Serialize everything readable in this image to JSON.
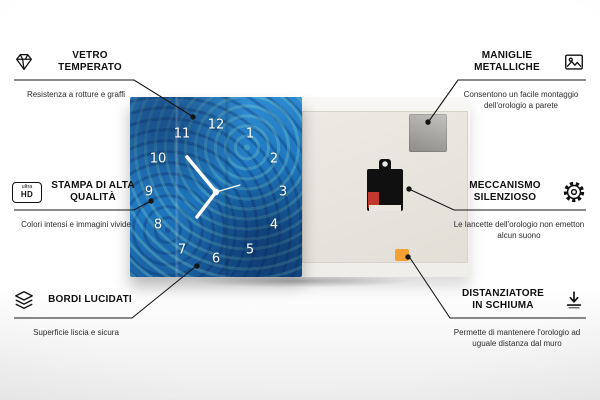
{
  "callouts": [
    {
      "icon": "diamond-icon",
      "title": "VETRO TEMPERATO",
      "description": "Resistenza a rotture e graffi"
    },
    {
      "icon": "ultra-hd-icon",
      "icon_text_top": "ultra",
      "icon_text_bottom": "HD",
      "title": "STAMPA DI ALTA QUALITÀ",
      "description": "Colori intensi e immagini vivide"
    },
    {
      "icon": "polished-edges-icon",
      "title": "BORDI LUCIDATI",
      "description": "Superficie liscia e sicura"
    },
    {
      "icon": "picture-icon",
      "title": "MANIGLIE METALLICHE",
      "description": "Consentono un facile montaggio dell'orologio a parete"
    },
    {
      "icon": "gear-icon",
      "title": "MECCANISMO SILENZIOSO",
      "description": "Le lancette dell'orologio non emetton alcun suono"
    },
    {
      "icon": "spacer-arrow-icon",
      "title": "DISTANZIATORE IN SCHIUMA",
      "description": "Permette di mantenere l'orologio ad uguale distanza dal muro"
    }
  ],
  "clock": {
    "numbers": [
      "12",
      "1",
      "2",
      "3",
      "4",
      "5",
      "6",
      "7",
      "8",
      "9",
      "10",
      "11"
    ]
  },
  "colors": {
    "clock_blue": "#1f78c0",
    "back_panel": "#e9e6df",
    "foam_spacer": "#f2a132",
    "connector": "#151515"
  }
}
